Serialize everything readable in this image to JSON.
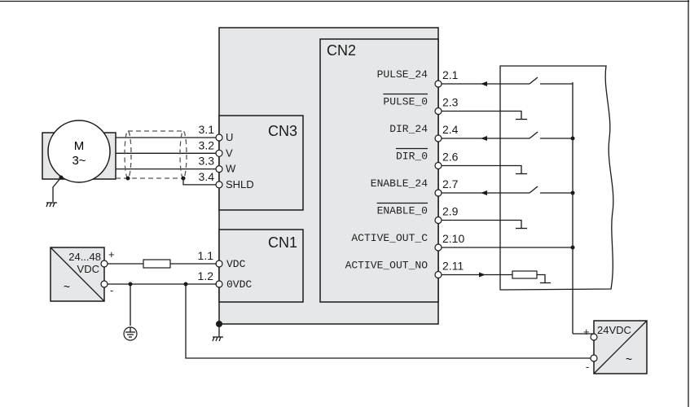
{
  "diagram": {
    "main_unit": {
      "connectors": {
        "cn2": {
          "title": "CN2",
          "pins": [
            {
              "number": "2.1",
              "signal": "PULSE_24",
              "inverted": false,
              "external": "switch-input"
            },
            {
              "number": "2.3",
              "signal": "PULSE_0",
              "inverted": true,
              "external": "ground"
            },
            {
              "number": "2.4",
              "signal": "DIR_24",
              "inverted": false,
              "external": "switch-input"
            },
            {
              "number": "2.6",
              "signal": "DIR_0",
              "inverted": true,
              "external": "ground"
            },
            {
              "number": "2.7",
              "signal": "ENABLE_24",
              "inverted": false,
              "external": "switch-input"
            },
            {
              "number": "2.9",
              "signal": "ENABLE_0",
              "inverted": true,
              "external": "ground"
            },
            {
              "number": "2.10",
              "signal": "ACTIVE_OUT_C",
              "inverted": false,
              "external": "common-bus"
            },
            {
              "number": "2.11",
              "signal": "ACTIVE_OUT_NO",
              "inverted": false,
              "external": "load-resistor"
            }
          ]
        },
        "cn3": {
          "title": "CN3",
          "pins": [
            {
              "number": "3.1",
              "signal": "U"
            },
            {
              "number": "3.2",
              "signal": "V"
            },
            {
              "number": "3.3",
              "signal": "W"
            },
            {
              "number": "3.4",
              "signal": "SHLD"
            }
          ]
        },
        "cn1": {
          "title": "CN1",
          "pins": [
            {
              "number": "1.1",
              "signal": "VDC"
            },
            {
              "number": "1.2",
              "signal": "0VDC"
            }
          ]
        }
      }
    },
    "motor": {
      "line1": "M",
      "line2": "3~"
    },
    "supply_main": {
      "line1": "24...48",
      "line2": "VDC",
      "ac_symbol": "~",
      "plus": "+",
      "minus": "-"
    },
    "supply_24v": {
      "label": "24VDC",
      "ac_symbol": "~",
      "plus": "+",
      "minus": "-"
    }
  }
}
